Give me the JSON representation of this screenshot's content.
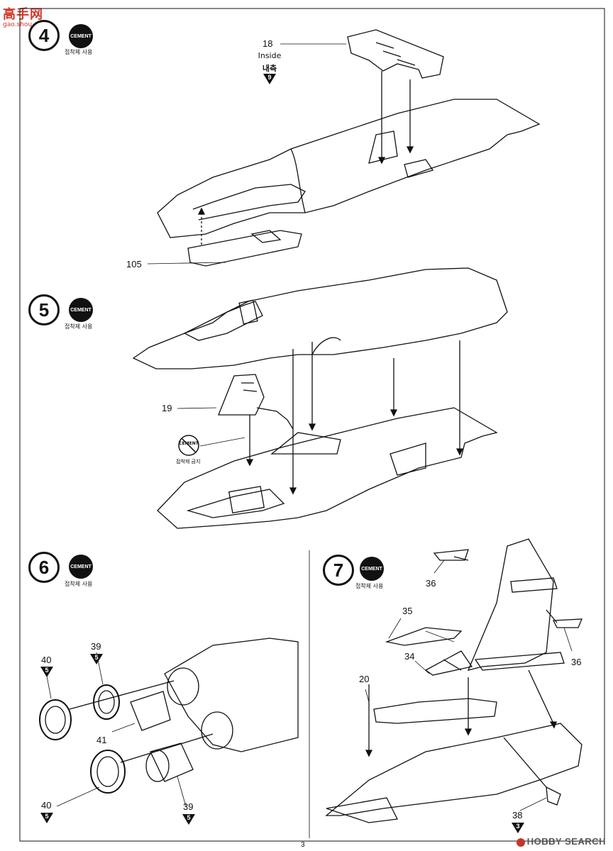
{
  "watermark": {
    "site": "高手网",
    "url": "gao.shou.com"
  },
  "steps": [
    {
      "number": "4",
      "cement_label": "CEMENT",
      "cement_caption": "접착제 사용",
      "parts": [
        "18",
        "105"
      ],
      "inside_label": "Inside",
      "inside_korean": "내측",
      "ref": "9"
    },
    {
      "number": "5",
      "cement_label": "CEMENT",
      "cement_caption": "접착제 사용",
      "parts": [
        "19"
      ],
      "no_cement_label": "CEMENT",
      "no_cement_caption": "접착제 금지"
    },
    {
      "number": "6",
      "cement_label": "CEMENT",
      "cement_caption": "접착제 사용",
      "parts": [
        "40",
        "39",
        "41",
        "40",
        "39"
      ],
      "refs": [
        "5",
        "5",
        "5",
        "5"
      ]
    },
    {
      "number": "7",
      "cement_label": "CEMENT",
      "cement_caption": "접착제 사용",
      "parts": [
        "36",
        "35",
        "34",
        "36",
        "20",
        "38"
      ],
      "refs": [
        "3"
      ]
    }
  ],
  "page_number": "3",
  "brand": {
    "name": "HOBBY SEARCH"
  }
}
